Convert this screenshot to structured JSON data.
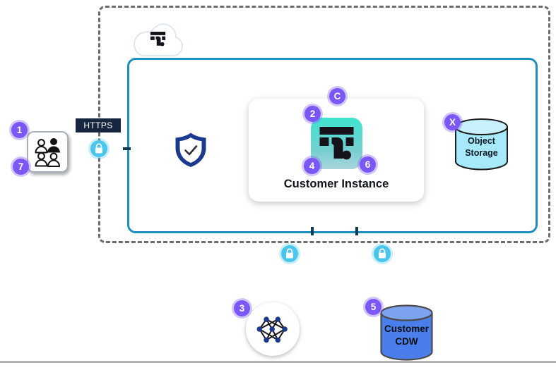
{
  "https_label": "HTTPS",
  "instance_label": "Customer Instance",
  "object_storage": {
    "line1": "Object",
    "line2": "Storage"
  },
  "customer_cdw": {
    "line1": "Customer",
    "line2": "CDW"
  },
  "badges": {
    "one": "1",
    "seven": "7",
    "two": "2",
    "c": "C",
    "four": "4",
    "six": "6",
    "x": "X",
    "three": "3",
    "five": "5"
  },
  "icons": {
    "cloud": "thoughtspot-cloud-icon",
    "users": "user-group-icon",
    "shield": "shield-check-icon",
    "app": "thoughtspot-logo-icon",
    "lock": "padlock-icon",
    "network": "neural-network-icon",
    "object_storage": "storage-cylinder-icon",
    "customer_cdw": "database-cylinder-icon"
  },
  "colors": {
    "badge_purple": "#7B58F6",
    "lock_cyan": "#4AC6ED",
    "secure_zone_border": "#1E8EBE",
    "dashed_boundary": "#6c6c6c",
    "https_navy": "#16263F",
    "shield_navy": "#1C3A8D",
    "object_storage_fill": "#A5E9FA",
    "object_storage_top": "#C9F1FB",
    "cdw_fill": "#4A7EEA",
    "cdw_top": "#7DA2F0",
    "ts_gradient_top": "#3FE4D0",
    "ts_gradient_bottom": "#A9D5DA",
    "network_node_navy": "#1B3A8C"
  }
}
